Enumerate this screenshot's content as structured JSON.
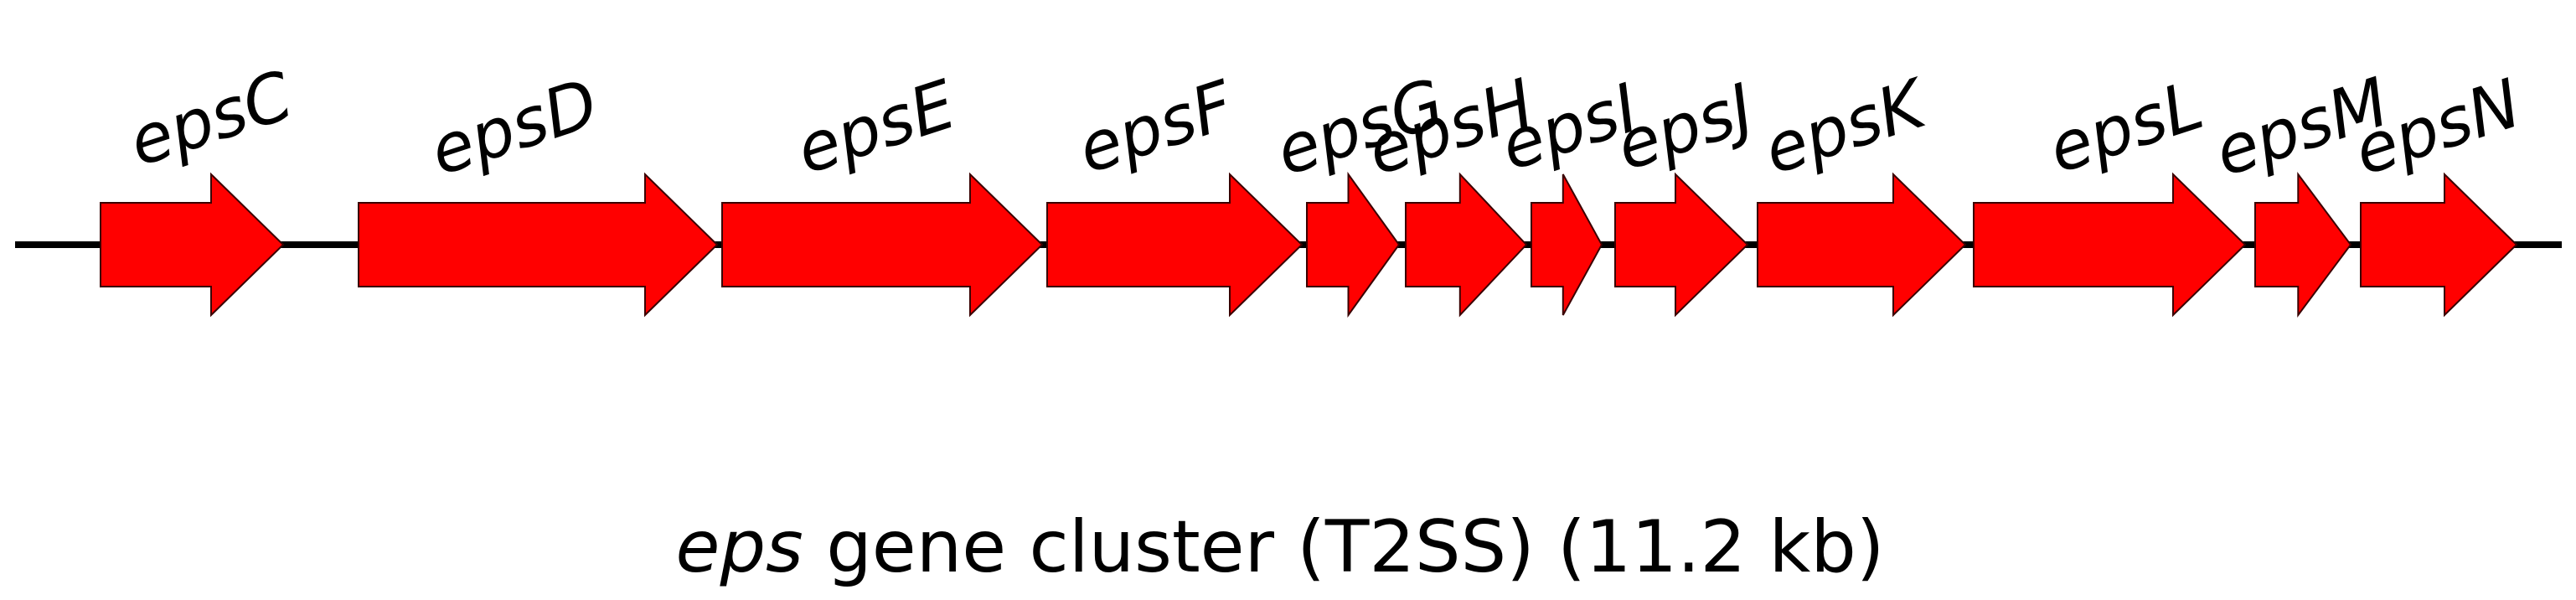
{
  "colors": {
    "gene_fill": "#ff0000",
    "gene_stroke": "#3a0000",
    "backbone": "#000000"
  },
  "genes": [
    {
      "name": "epsC"
    },
    {
      "name": "epsD"
    },
    {
      "name": "epsE"
    },
    {
      "name": "epsF"
    },
    {
      "name": "epsG"
    },
    {
      "name": "epsH"
    },
    {
      "name": "epsI"
    },
    {
      "name": "epsJ"
    },
    {
      "name": "epsK"
    },
    {
      "name": "epsL"
    },
    {
      "name": "epsM"
    },
    {
      "name": "epsN"
    }
  ],
  "caption": {
    "italic_part": "eps",
    "rest": " gene cluster (T2SS) (11.2 kb)"
  }
}
